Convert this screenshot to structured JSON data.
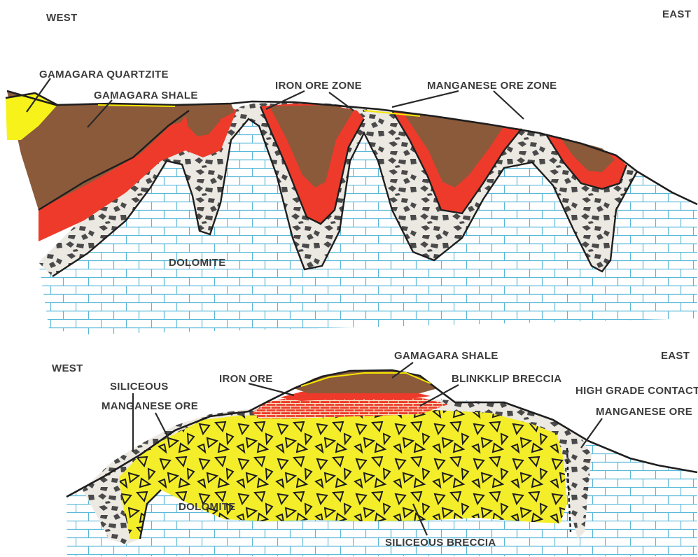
{
  "colors": {
    "dolomite_brick": "#5ab8d8",
    "dolomite_bg": "#ffffff",
    "shale": "#8b5a3a",
    "iron_ore": "#ee3a2a",
    "quartzite": "#f6f21a",
    "breccia_fill": "#ece8e2",
    "breccia_clast": "#4a4a4a",
    "siliceous_breccia": "#f4ee2a",
    "outline": "#1e1e1e"
  },
  "top_section": {
    "labels": {
      "west": "WEST",
      "east": "EAST",
      "gamagara_quartzite": "GAMAGARA QUARTZITE",
      "gamagara_shale": "GAMAGARA SHALE",
      "iron_ore_zone": "IRON ORE ZONE",
      "manganese_ore_zone": "MANGANESE ORE ZONE",
      "dolomite": "DOLOMITE"
    }
  },
  "bottom_section": {
    "labels": {
      "west": "WEST",
      "east": "EAST",
      "gamagara_shale": "GAMAGARA SHALE",
      "iron_ore": "IRON ORE",
      "blinkklip_breccia": "BLINKKLIP BRECCIA",
      "siliceous_line1": "SILICEOUS",
      "siliceous_line2": "MANGANESE ORE",
      "high_grade_line1": "HIGH GRADE CONTACT",
      "high_grade_line2": "MANGANESE ORE",
      "dolomite": "DOLOMITE",
      "siliceous_breccia": "SILICEOUS BRECCIA"
    }
  }
}
